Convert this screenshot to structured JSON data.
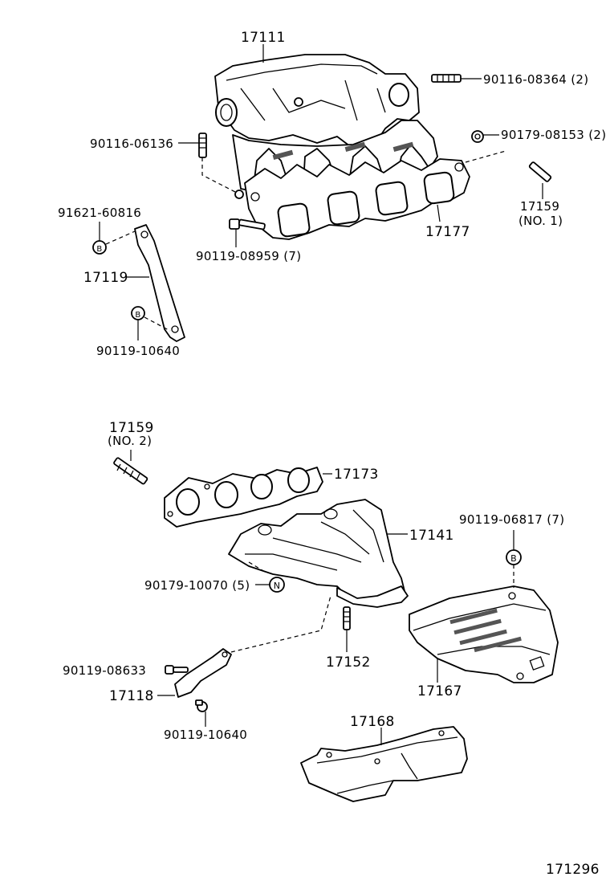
{
  "labels": {
    "p17111": "17111",
    "p90116_08364": "90116-08364 (2)",
    "p90116_06136": "90116-06136",
    "p90179_08153": "90179-08153 (2)",
    "p91621_60816": "91621-60816",
    "p17159_top": "17159",
    "p17159_top_no": "(NO. 1)",
    "p17177": "17177",
    "p90119_08959": "90119-08959 (7)",
    "p17119": "17119",
    "p90119_10640_a": "90119-10640",
    "p17159_mid": "17159",
    "p17159_mid_no": "(NO. 2)",
    "p17173": "17173",
    "p17141": "17141",
    "p90119_06817": "90119-06817 (7)",
    "p90179_10070": "90179-10070 (5)",
    "p90119_08633": "90119-08633",
    "p17152": "17152",
    "p17167": "17167",
    "p17118": "17118",
    "p90119_10640_b": "90119-10640",
    "p17168": "17168",
    "diagram_id": "171296"
  },
  "markers": {
    "b_marker": "B",
    "n_marker": "N"
  }
}
